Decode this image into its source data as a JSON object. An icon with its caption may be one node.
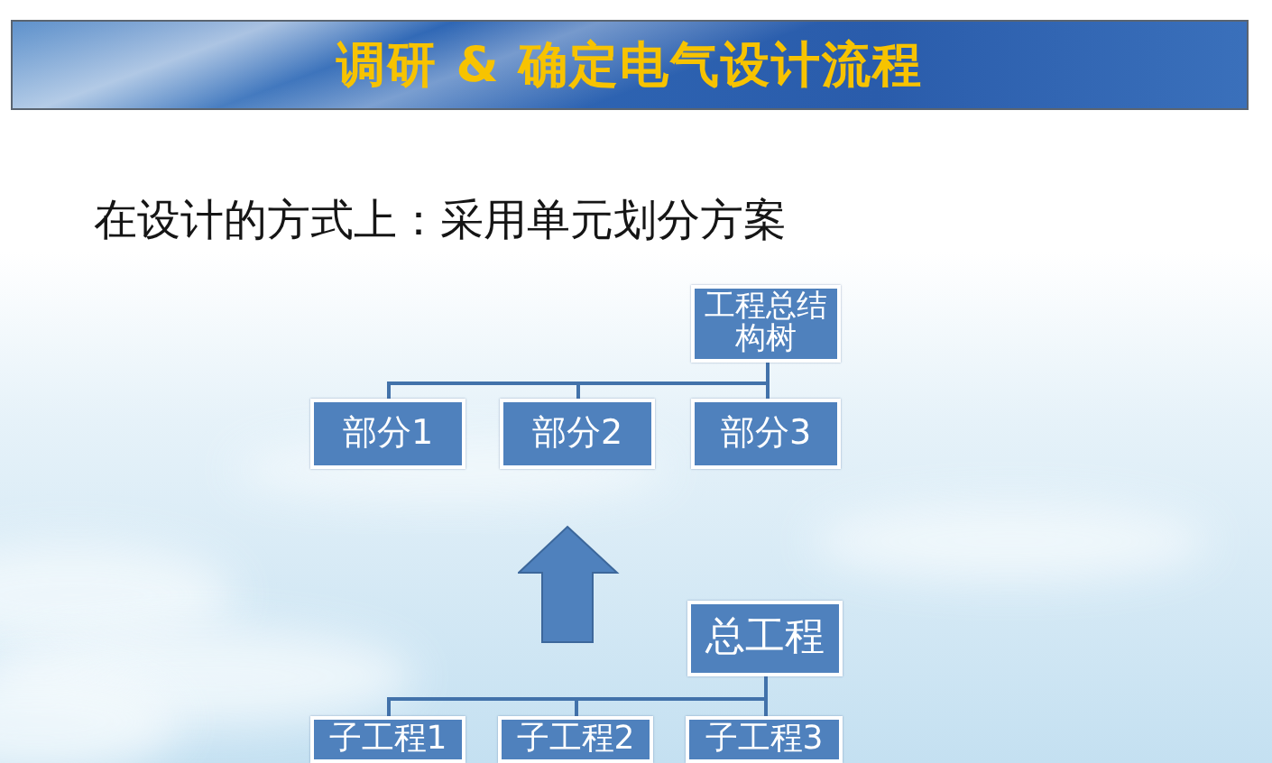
{
  "diagram": {
    "title": "调研 & 确定电气设计流程",
    "nodes": [
      {
        "text": [
          "工程总结构树"
        ]
      },
      {
        "text": [
          "部分1"
        ]
      },
      {
        "text": [
          "部分2"
        ]
      },
      {
        "text": [
          "部分3"
        ]
      },
      {
        "text": [
          "总工程"
        ]
      },
      {
        "text": [
          "子工程1"
        ]
      },
      {
        "text": [
          "子工程2"
        ]
      },
      {
        "text": [
          "子工程3"
        ]
      }
    ],
    "edges": [
      {
        "from": 0,
        "to": 1,
        "arrow": "none"
      },
      {
        "from": 0,
        "to": 2,
        "arrow": "none"
      },
      {
        "from": 0,
        "to": 3,
        "arrow": "none"
      },
      {
        "from": 4,
        "to": 5,
        "arrow": "none"
      },
      {
        "from": 4,
        "to": 6,
        "arrow": "none"
      },
      {
        "from": 4,
        "to": 7,
        "arrow": "none"
      }
    ],
    "labels": [
      "在设计的方式上：采用单元划分方案"
    ]
  }
}
